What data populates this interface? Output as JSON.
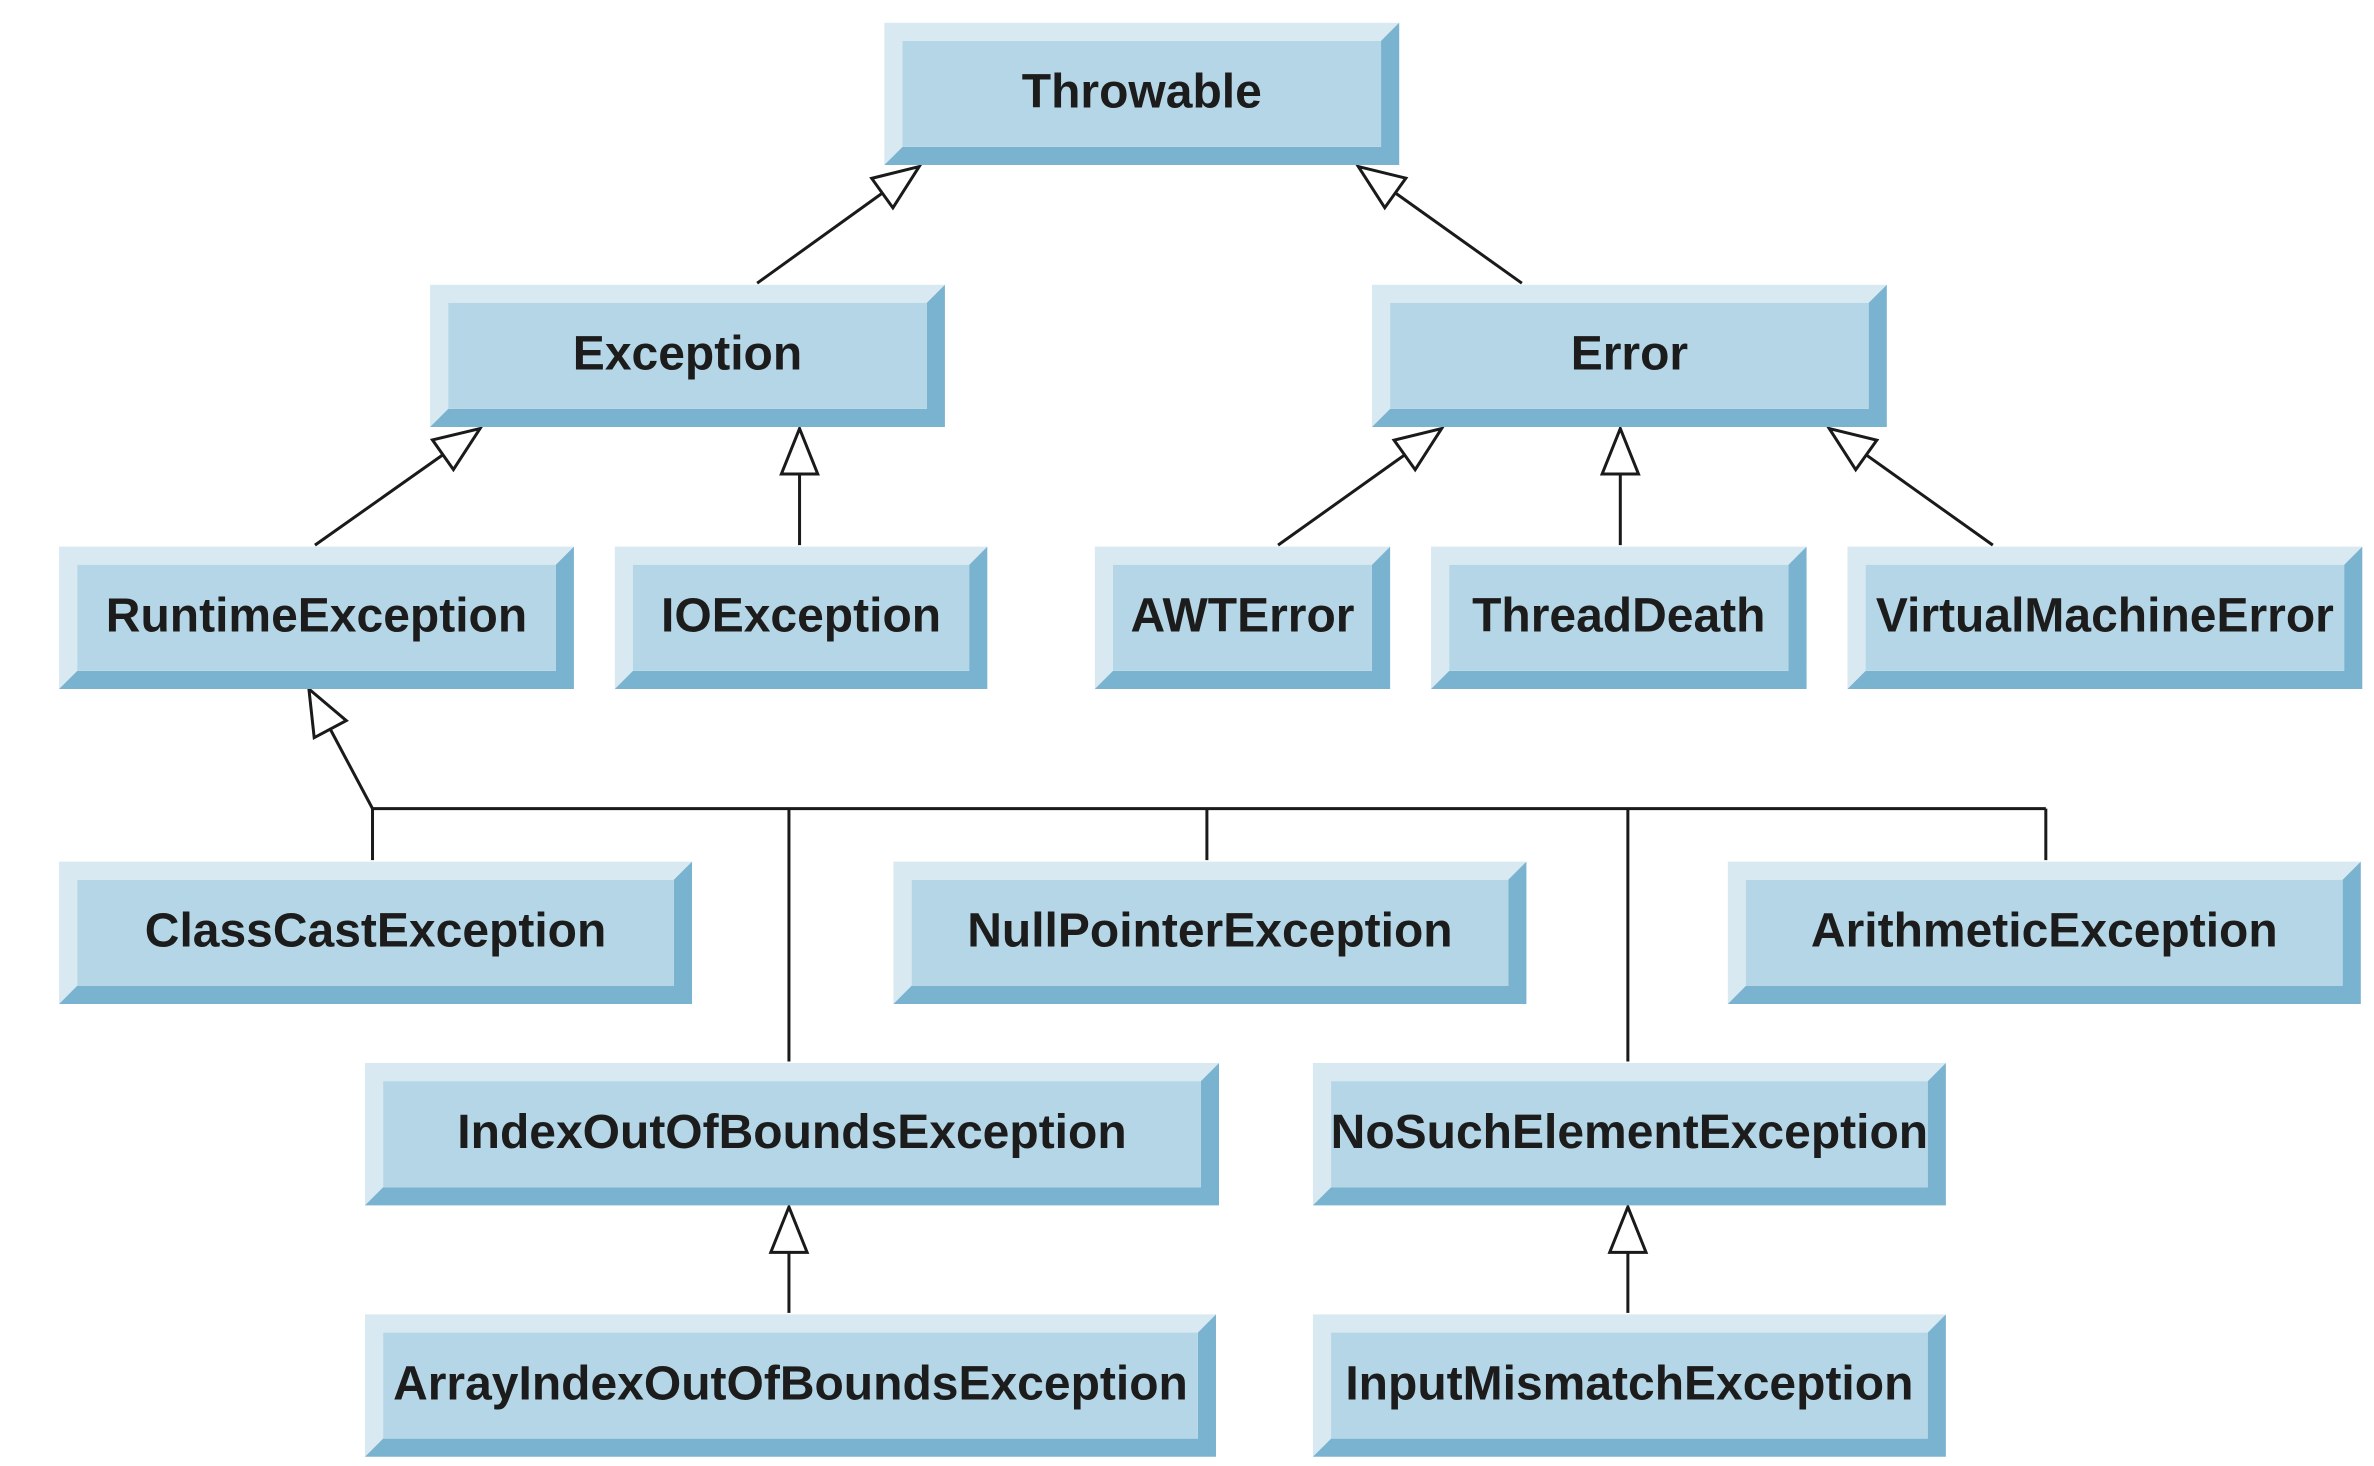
{
  "classes": {
    "throwable": "Throwable",
    "exception": "Exception",
    "error": "Error",
    "runtime_exception": "RuntimeException",
    "io_exception": "IOException",
    "awt_error": "AWTError",
    "thread_death": "ThreadDeath",
    "virtual_machine_error": "VirtualMachineError",
    "class_cast_exception": "ClassCastException",
    "null_pointer_exception": "NullPointerException",
    "arithmetic_exception": "ArithmeticException",
    "index_out_of_bounds_exception": "IndexOutOfBoundsException",
    "no_such_element_exception": "NoSuchElementException",
    "array_index_out_of_bounds_exception": "ArrayIndexOutOfBoundsException",
    "input_mismatch_exception": "InputMismatchException"
  },
  "inheritance": [
    {
      "child": "exception",
      "parent": "throwable"
    },
    {
      "child": "error",
      "parent": "throwable"
    },
    {
      "child": "runtime_exception",
      "parent": "exception"
    },
    {
      "child": "io_exception",
      "parent": "exception"
    },
    {
      "child": "awt_error",
      "parent": "error"
    },
    {
      "child": "thread_death",
      "parent": "error"
    },
    {
      "child": "virtual_machine_error",
      "parent": "error"
    },
    {
      "child": "class_cast_exception",
      "parent": "runtime_exception"
    },
    {
      "child": "index_out_of_bounds_exception",
      "parent": "runtime_exception"
    },
    {
      "child": "null_pointer_exception",
      "parent": "runtime_exception"
    },
    {
      "child": "no_such_element_exception",
      "parent": "runtime_exception"
    },
    {
      "child": "arithmetic_exception",
      "parent": "runtime_exception"
    },
    {
      "child": "array_index_out_of_bounds_exception",
      "parent": "index_out_of_bounds_exception"
    },
    {
      "child": "input_mismatch_exception",
      "parent": "no_such_element_exception"
    }
  ],
  "colors": {
    "box_face": "#b5d6e6",
    "box_highlight": "#d8e9f2",
    "box_shadow": "#7ab3d0",
    "line": "#1a1a1a",
    "text": "#1c1c1c"
  }
}
